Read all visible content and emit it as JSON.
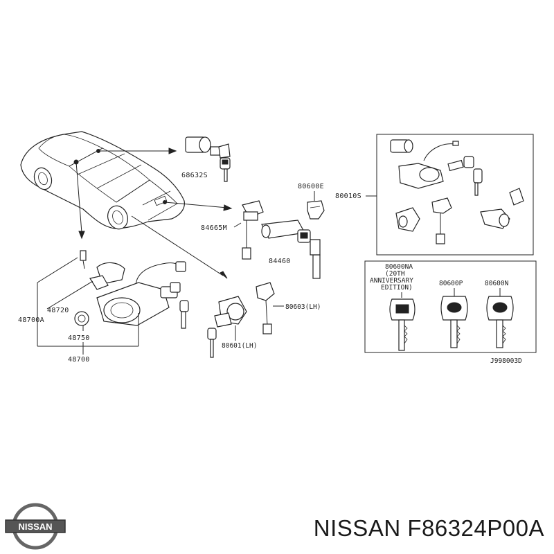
{
  "footer": {
    "brand": "NISSAN",
    "part_number": "F86324P00A"
  },
  "logo": {
    "text": "NISSAN"
  },
  "diagram_code": "J998003D",
  "labels": {
    "l68632s": "68632S",
    "l84665m": "84665M",
    "l84460": "84460",
    "l80600e": "80600E",
    "l80010s": "80010S",
    "l48700a": "48700A",
    "l48720": "48720",
    "l48750": "48750",
    "l48700": "48700",
    "l80603": "80603(LH)",
    "l80601": "80601(LH)",
    "l80600na": "80600NA",
    "anniv1": "(20TH",
    "anniv2": "ANNIVERSARY",
    "anniv3": "EDITION)",
    "l80600p": "80600P",
    "l80600n": "80600N"
  },
  "colors": {
    "ink": "#222222",
    "background": "#ffffff"
  }
}
